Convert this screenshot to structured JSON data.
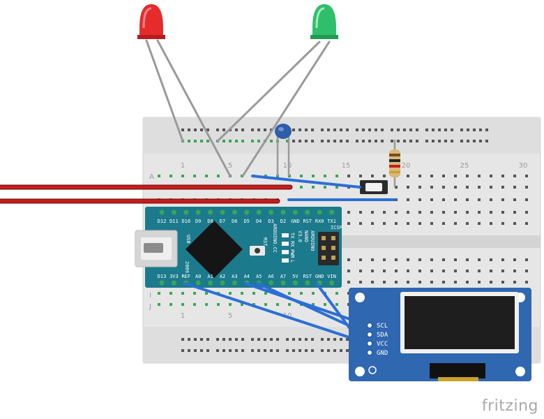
{
  "breadboard": {
    "column_numbers": [
      "1",
      "5",
      "10",
      "15",
      "20",
      "25",
      "30"
    ],
    "row_letters": [
      "A",
      "I",
      "J"
    ]
  },
  "arduino": {
    "usb_label": "USB",
    "year": "2009",
    "model_line1": "ARDUINO",
    "model_line2": "NANO",
    "model_line3": "V3.0",
    "maker": "ARDUINO.CC",
    "icsp": "ICSP",
    "rst_label": "RST",
    "led_labels": [
      "TX",
      "RX",
      "PWR",
      "L"
    ],
    "top_pins": [
      "D12",
      "D11",
      "D10",
      "D9",
      "D8",
      "D7",
      "D6",
      "D5",
      "D4",
      "D3",
      "D2",
      "GND",
      "RST",
      "RX0",
      "TX1"
    ],
    "bottom_pins": [
      "D13",
      "3V3",
      "REF",
      "A0",
      "A1",
      "A2",
      "A3",
      "A4",
      "A5",
      "A6",
      "A7",
      "5V",
      "RST",
      "GND",
      "VIN"
    ]
  },
  "oled": {
    "pins": [
      "SCL",
      "SDA",
      "VCC",
      "GND"
    ]
  },
  "leds": [
    {
      "color": "red",
      "hex": "#e52b2b"
    },
    {
      "color": "green",
      "hex": "#2fbf6a"
    }
  ],
  "wire_colors": {
    "power": "#c81c1c",
    "signal": "#2a6fd6",
    "led_leg": "#9a9a9a"
  },
  "brand": "fritzing"
}
